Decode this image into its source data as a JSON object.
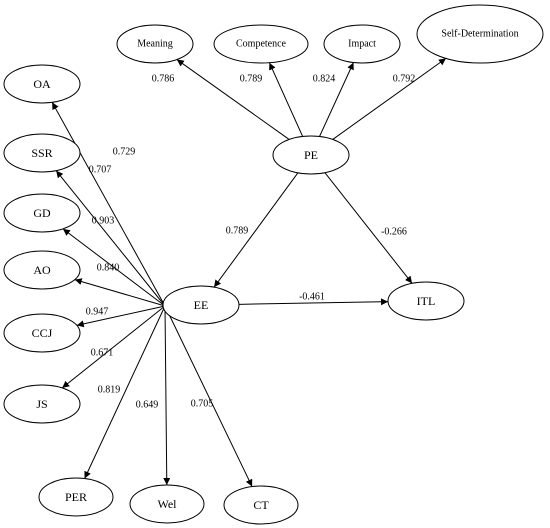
{
  "nodes": {
    "OA": "OA",
    "SSR": "SSR",
    "GD": "GD",
    "AO": "AO",
    "CCJ": "CCJ",
    "JS": "JS",
    "PER": "PER",
    "Wel": "Wel",
    "CT": "CT",
    "EE": "EE",
    "ITL": "ITL",
    "PE": "PE",
    "Meaning": "Meaning",
    "Competence": "Competence",
    "Impact": "Impact",
    "SelfDetermination": "Self-Determination"
  },
  "edges": [
    {
      "from": "EE",
      "to": "OA",
      "label": "0.729"
    },
    {
      "from": "EE",
      "to": "SSR",
      "label": "0.707"
    },
    {
      "from": "EE",
      "to": "GD",
      "label": "0.903"
    },
    {
      "from": "EE",
      "to": "AO",
      "label": "0.840"
    },
    {
      "from": "EE",
      "to": "CCJ",
      "label": "0.947"
    },
    {
      "from": "EE",
      "to": "JS",
      "label": "0.671"
    },
    {
      "from": "EE",
      "to": "PER",
      "label": "0.819"
    },
    {
      "from": "EE",
      "to": "Wel",
      "label": "0.649"
    },
    {
      "from": "EE",
      "to": "CT",
      "label": "0.705"
    },
    {
      "from": "EE",
      "to": "ITL",
      "label": "-0.461"
    },
    {
      "from": "PE",
      "to": "EE",
      "label": "0.789"
    },
    {
      "from": "PE",
      "to": "ITL",
      "label": "-0.266"
    },
    {
      "from": "PE",
      "to": "Meaning",
      "label": "0.786"
    },
    {
      "from": "PE",
      "to": "Competence",
      "label": "0.789"
    },
    {
      "from": "PE",
      "to": "Impact",
      "label": "0.824"
    },
    {
      "from": "PE",
      "to": "SelfDetermination",
      "label": "0.792"
    }
  ]
}
